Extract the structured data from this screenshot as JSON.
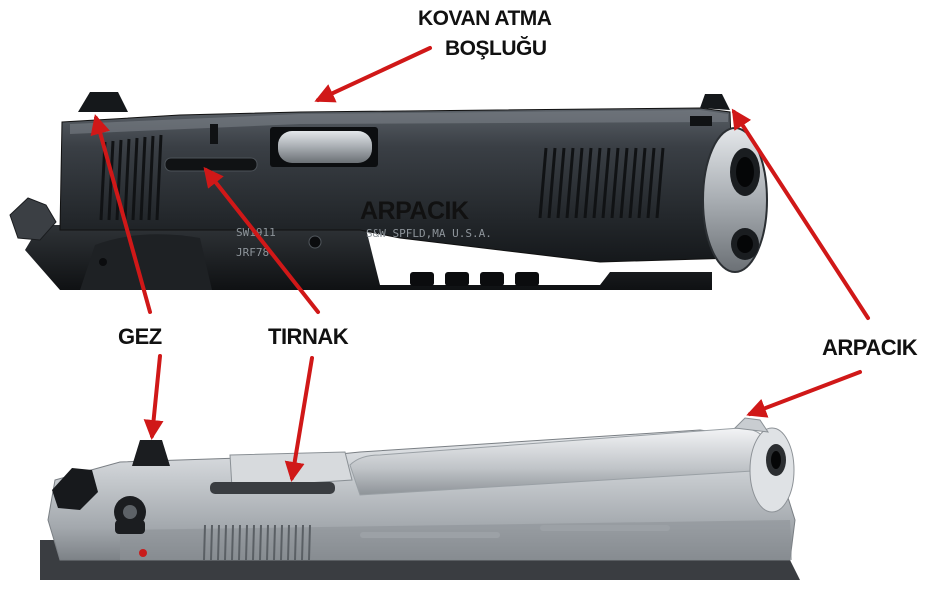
{
  "labels": {
    "ejection_port_line1": "KOVAN ATMA",
    "ejection_port_line2": "BOŞLUĞU",
    "front_sight_top_slide": "ARPACIK",
    "rear_sight": "GEZ",
    "slide_notch": "TIRNAK",
    "front_sight_right": "ARPACIK"
  },
  "engravings": {
    "top_slide_maker": "S&W SPFLD,MA U.S.A.",
    "top_slide_model": "SW1911",
    "top_slide_serial": "JRF78"
  },
  "colors": {
    "arrow": "#d01818",
    "label_text": "#111111",
    "dark_slide": "#2a2e33",
    "silver_slide": "#c4c8cc"
  }
}
